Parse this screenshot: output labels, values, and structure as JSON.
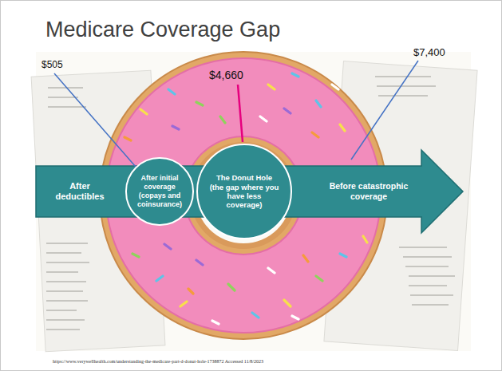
{
  "diagram": {
    "title": "Medicare Coverage Gap",
    "caption": "https://www.verywellhealth.com/understanding-the-medicare-part-d-donut-hole-1738872 Accessed 11/8/2023",
    "nodes": [
      {
        "text": [
          "After deductibles"
        ]
      },
      {
        "text": [
          "After initial coverage (copays and coinsurance)"
        ]
      },
      {
        "text": [
          "The Donut Hole (the gap where you have less coverage)"
        ]
      },
      {
        "text": [
          "Before catastrophic coverage"
        ]
      }
    ],
    "labels": [
      "$505",
      "$4,660",
      "$7,400"
    ]
  }
}
